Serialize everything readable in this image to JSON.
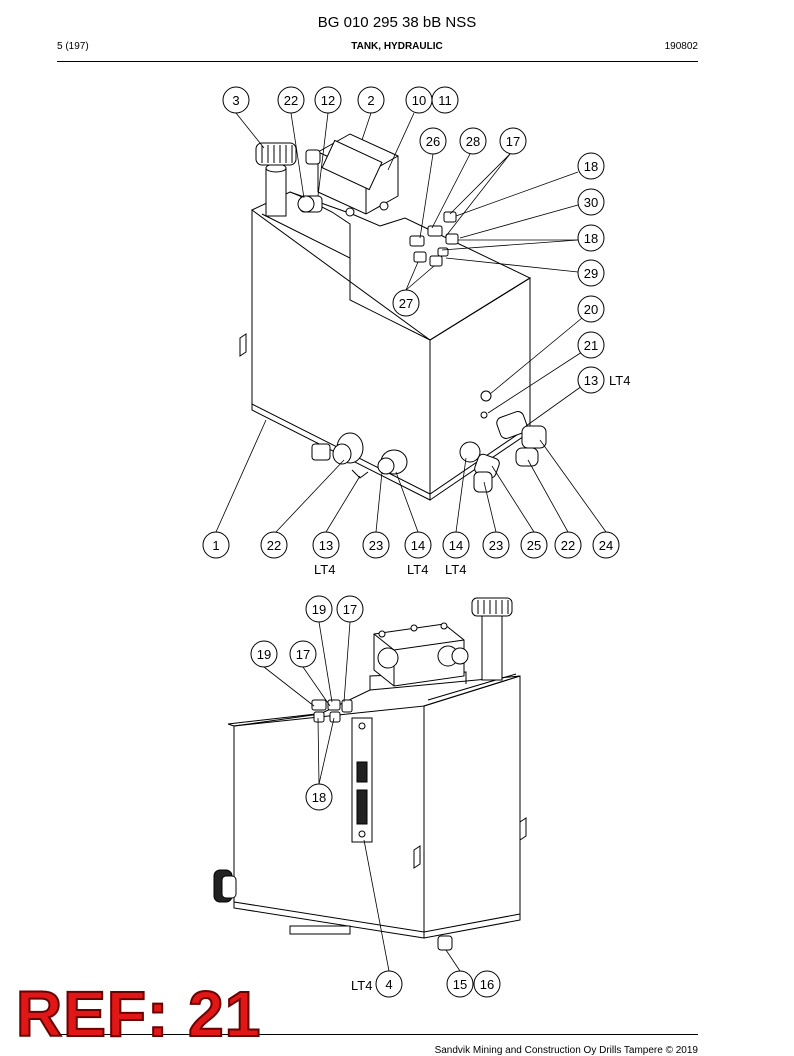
{
  "document": {
    "title": "BG 010 295 38 bB NSS",
    "page": "5 (197)",
    "section": "TANK, HYDRAULIC",
    "date_code": "190802",
    "footer": "Sandvik Mining and Construction Oy Drills Tampere © 2019"
  },
  "stamp": {
    "text": "REF: 21",
    "color": "#e11717"
  },
  "view_top": {
    "callouts_top": [
      "3",
      "22",
      "12",
      "2",
      "10",
      "11",
      "26",
      "28",
      "17"
    ],
    "callouts_right": [
      "18",
      "30",
      "18",
      "29",
      "27",
      "20",
      "21",
      "13"
    ],
    "callouts_bottom": [
      "1",
      "22",
      "13",
      "23",
      "14",
      "14",
      "23",
      "25",
      "22",
      "24"
    ],
    "lt_labels": [
      "LT4",
      "LT4",
      "LT4",
      "LT4"
    ]
  },
  "view_bottom": {
    "callouts": [
      "19",
      "17",
      "19",
      "17",
      "18",
      "4",
      "15",
      "16"
    ],
    "lt_labels": [
      "LT4"
    ]
  }
}
